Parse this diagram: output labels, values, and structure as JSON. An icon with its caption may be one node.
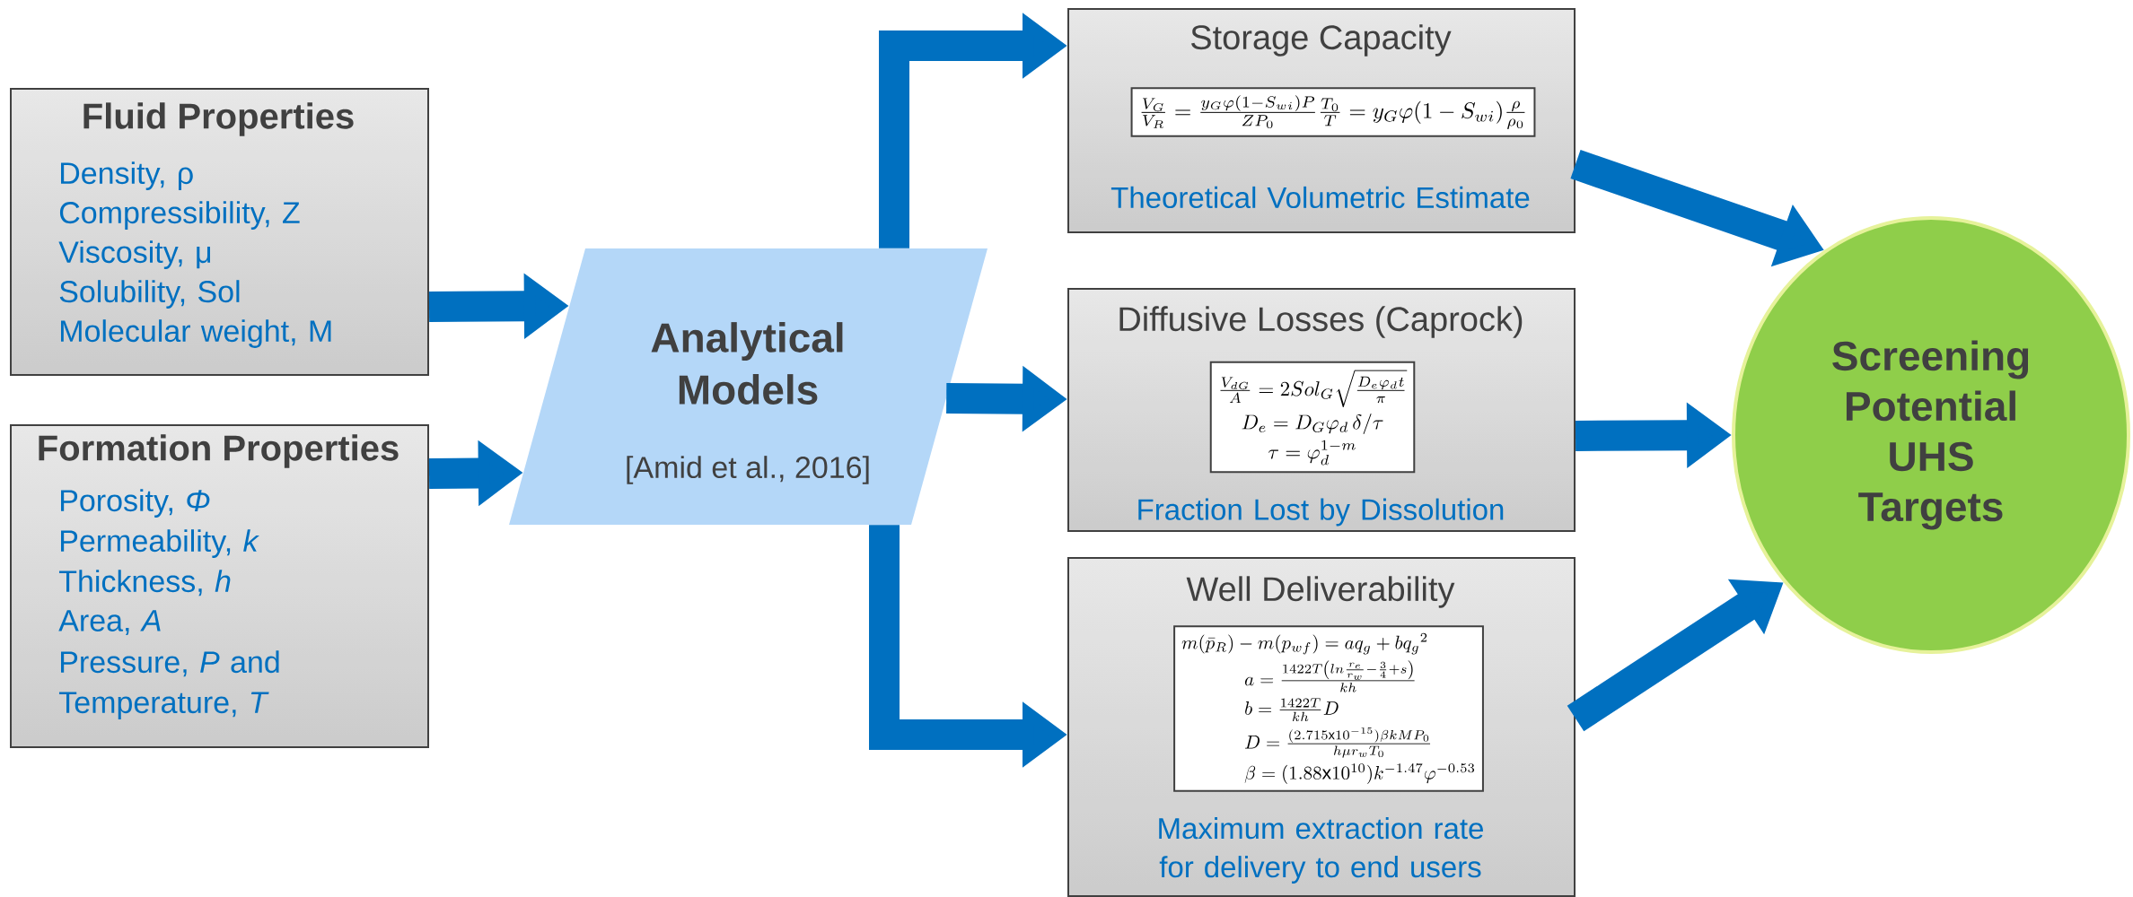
{
  "diagram": {
    "nodes": [
      {
        "text": [
          "Fluid Properties",
          "Density, ρ",
          "Compressibility, Z",
          "Viscosity, μ",
          "Solubility, Sol",
          "Molecular weight, M"
        ]
      },
      {
        "text": [
          "Formation Properties",
          "Porosity, *Φ*",
          "Permeability, *k*",
          "Thickness, *h*",
          "Area, *A*",
          "Pressure, *P* and Temperature, *T*"
        ]
      },
      {
        "text": [
          "Analytical Models",
          "[Amid et al., 2016]"
        ]
      },
      {
        "text": [
          "Storage Capacity",
          "Theoretical Volumetric Estimate"
        ]
      },
      {
        "text": [
          "\\frac{V_G}{V_R} = \\frac{y_G\\varphi(1-S_{wi})P}{ZP_0}\\frac{T_0}{T} = y_G\\varphi(1-S_{wi})\\frac{\\rho}{\\rho_0}"
        ],
        "in": 3
      },
      {
        "text": [
          "Diffusive Losses (Caprock)",
          "Fraction Lost by Dissolution"
        ]
      },
      {
        "text": [
          "\\frac{V_{dG}}{A} = 2Sol_G\\sqrt{\\frac{D_e\\varphi_d t}{\\pi}}",
          "D_e = D_G\\varphi_d\\,\\delta/\\tau",
          "\\tau = \\varphi_d^{1-m}"
        ],
        "in": 5
      },
      {
        "text": [
          "Well Deliverability",
          "Maximum extraction rate for delivery to end users"
        ]
      },
      {
        "text": [
          "m(\\bar{p}_R) - m(p_{wf}) = aq_g + b{q_g}^2",
          "a = \\frac{1422T\\left(ln\\frac{r_e}{r_w} - \\frac{3}{4} + s\\right)}{kh}",
          "b = \\frac{1422T}{kh}D",
          "D = \\frac{(2.715\\mathrm{x}10^{-15})\\beta kMP_0}{h\\mu r_w T_0}",
          "\\beta = (1.88\\mathrm{x}10^{10})k^{-1.47}\\varphi^{-0.53}"
        ],
        "in": 7
      },
      {
        "text": [
          "Screening Potential UHS Targets"
        ]
      }
    ],
    "edges": [
      {
        "from": 0,
        "to": 2,
        "arrow": "to"
      },
      {
        "from": 1,
        "to": 2,
        "arrow": "to"
      },
      {
        "from": 2,
        "to": 3,
        "arrow": "to"
      },
      {
        "from": 2,
        "to": 5,
        "arrow": "to"
      },
      {
        "from": 2,
        "to": 7,
        "arrow": "to"
      },
      {
        "from": 3,
        "to": 9,
        "arrow": "to"
      },
      {
        "from": 5,
        "to": 9,
        "arrow": "to"
      },
      {
        "from": 7,
        "to": 9,
        "arrow": "to"
      }
    ]
  }
}
